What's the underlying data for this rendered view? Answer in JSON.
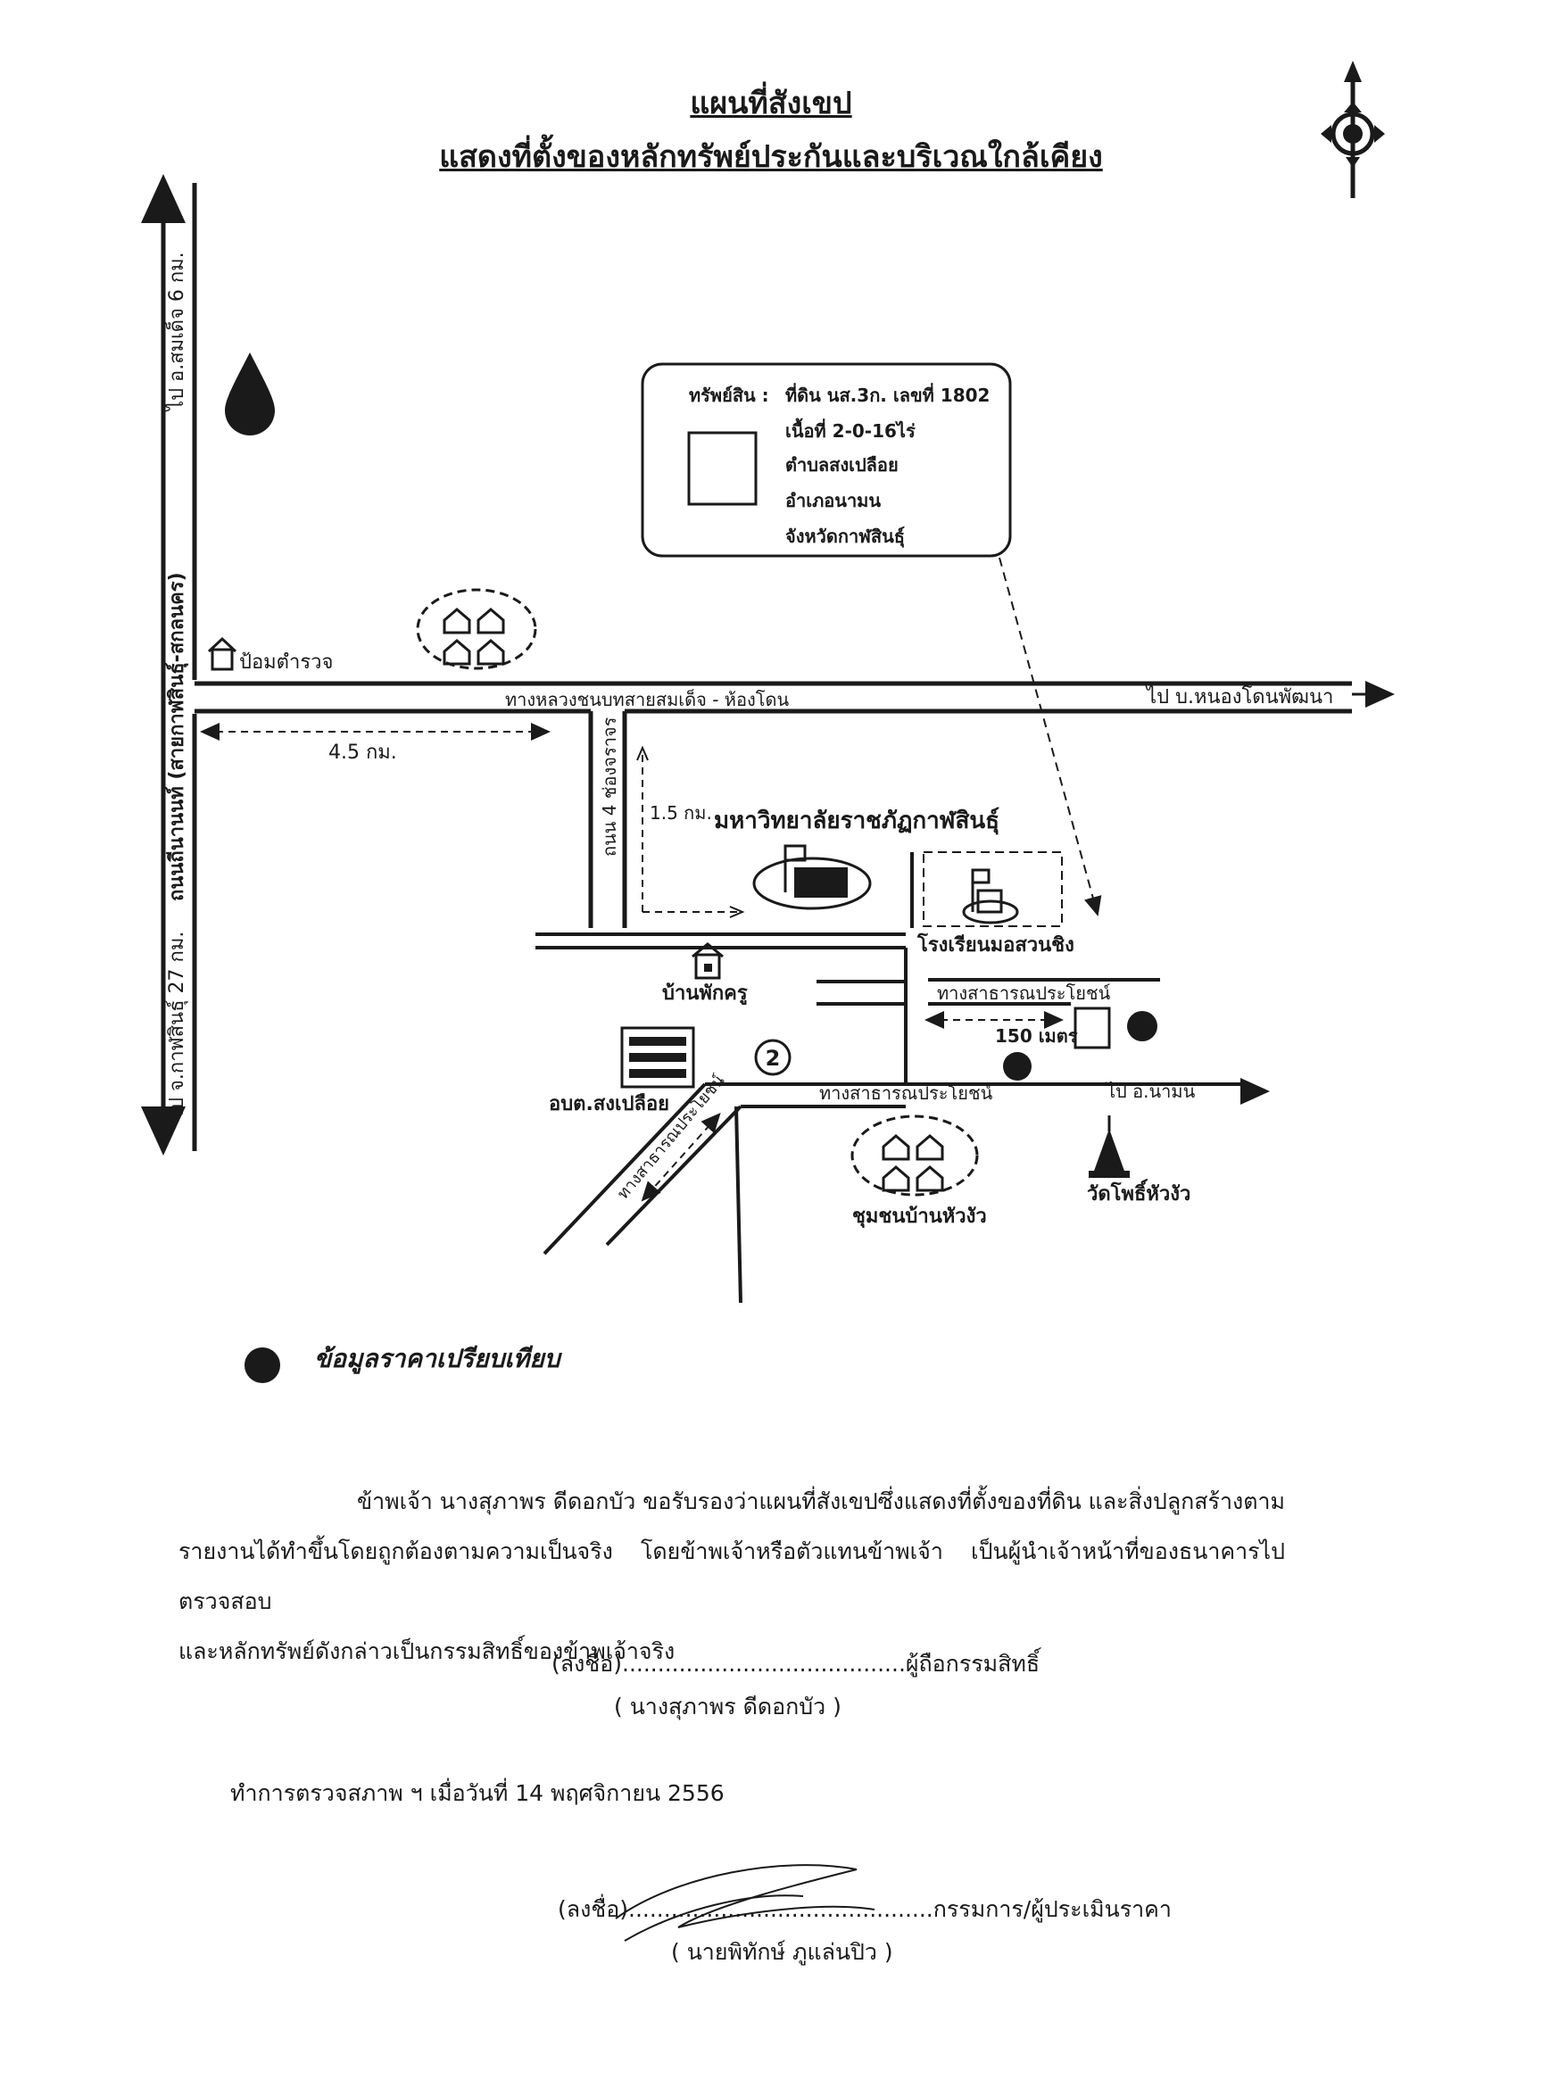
{
  "header": {
    "title": "แผนที่สังเขป",
    "subtitle": "แสดงที่ตั้งของหลักทรัพย์ประกันและบริเวณใกล้เคียง"
  },
  "map": {
    "property_box": {
      "label": "ทรัพย์สิน :",
      "line1": "ที่ดิน นส.3ก. เลขที่  1802",
      "line2": "เนื้อที่  2-0-16ไร่",
      "line3": "ตำบลสงเปลือย",
      "line4": "อำเภอนามน",
      "line5": "จังหวัดกาฬสินธุ์"
    },
    "roads": {
      "vertical_top": "ไป อ.สมเด็จ 6 กม.",
      "vertical_name": "ถนนถีนานนท์ (สายกาฬสินธุ์-สกลนคร)",
      "vertical_bottom": "ไป จ.กาฬสินธุ์ 27 กม.",
      "main_road": "ทางหลวงชนบทสายสมเด็จ - ห้องโดน",
      "main_road_dest": "ไป บ.หนองโดนพัฒนา",
      "side_road": "ถนน 4 ช่องจราจร",
      "local_road1": "ทางสาธารณประโยชน์",
      "local_road2": "ทางสาธารณประโยชน์",
      "local_road2_dest": "ไป อ.นามน",
      "diagonal_road": "ทางสาธารณประโยชน์"
    },
    "distances": {
      "d1": "4.5 กม.",
      "d2": "1.5 กม.",
      "d3": "150 เมตร"
    },
    "landmarks": {
      "police": "ป้อมตำรวจ",
      "university": "มหาวิทยาลัยราชภัฏกาฬสินธุ์",
      "school": "โรงเรียนมอสวนชิง",
      "teacher_house": "บ้านพักครู",
      "office": "อบต.สงเปลือย",
      "community": "ชุมชนบ้านหัวงัว",
      "temple": "วัดโพธิ์หัวงัว",
      "circle_number": "2"
    },
    "legend": "ข้อมูลราคาเปรียบเทียบ"
  },
  "statement": {
    "line1": "ข้าพเจ้า   นางสุภาพร  ดีดอกบัว    ขอรับรองว่าแผนที่สังเขปซึ่งแสดงที่ตั้งของที่ดิน และสิ่งปลูกสร้างตาม",
    "line2": "รายงานได้ทำขึ้นโดยถูกต้องตามความเป็นจริง  โดยข้าพเจ้าหรือตัวแทนข้าพเจ้า เป็นผู้นำเจ้าหน้าที่ของธนาคารไปตรวจสอบ",
    "line3": "และหลักทรัพย์ดังกล่าวเป็นกรรมสิทธิ์ของข้าพเจ้าจริง"
  },
  "owner_signature": {
    "line": "(ลงชื่อ)........................................ผู้ถือกรรมสิทธิ์",
    "name": "(   นางสุภาพร  ดีดอกบัว   )"
  },
  "inspection": {
    "text": "ทำการตรวจสภาพ ฯ เมื่อวันที่   14 พฤศจิกายน  2556"
  },
  "assessor_signature": {
    "line": "(ลงชื่อ)...........................................กรรมการ/ผู้ประเมินราคา",
    "name": "( นายพิทักษ์ ภูแล่นปิว )"
  }
}
